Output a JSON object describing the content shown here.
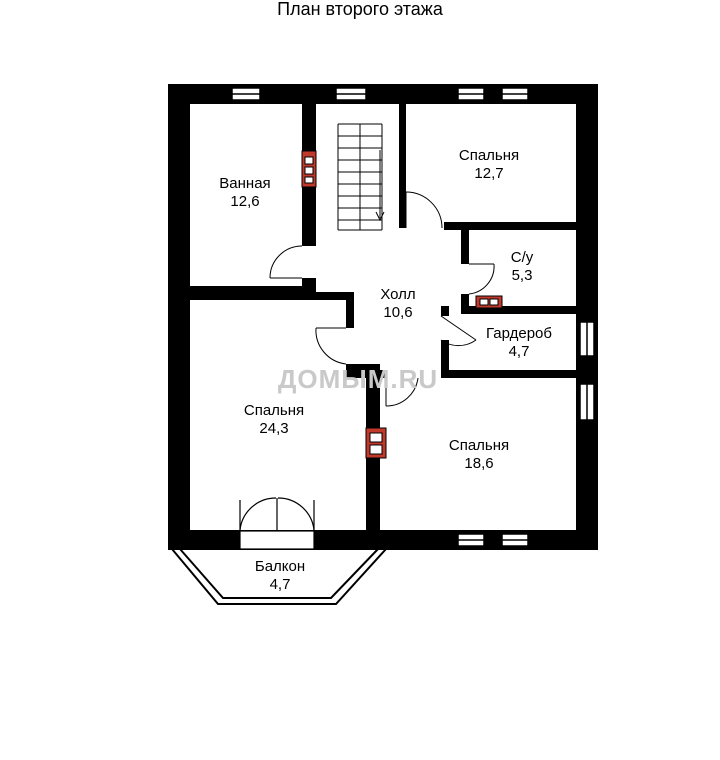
{
  "title": "План второго этажа",
  "watermark": "ДОМЫМ.RU",
  "colors": {
    "wall": "#000000",
    "chimney": "#c0392b",
    "watermark": "#c9c9c9"
  },
  "rooms": [
    {
      "key": "bathroom",
      "name": "Ванная",
      "area": "12,6"
    },
    {
      "key": "bedroom-ne",
      "name": "Спальня",
      "area": "12,7"
    },
    {
      "key": "wc",
      "name": "С/у",
      "area": "5,3"
    },
    {
      "key": "hall",
      "name": "Холл",
      "area": "10,6"
    },
    {
      "key": "wardrobe",
      "name": "Гардероб",
      "area": "4,7"
    },
    {
      "key": "bedroom-w",
      "name": "Спальня",
      "area": "24,3"
    },
    {
      "key": "bedroom-se",
      "name": "Спальня",
      "area": "18,6"
    },
    {
      "key": "balcony",
      "name": "Балкон",
      "area": "4,7"
    }
  ]
}
